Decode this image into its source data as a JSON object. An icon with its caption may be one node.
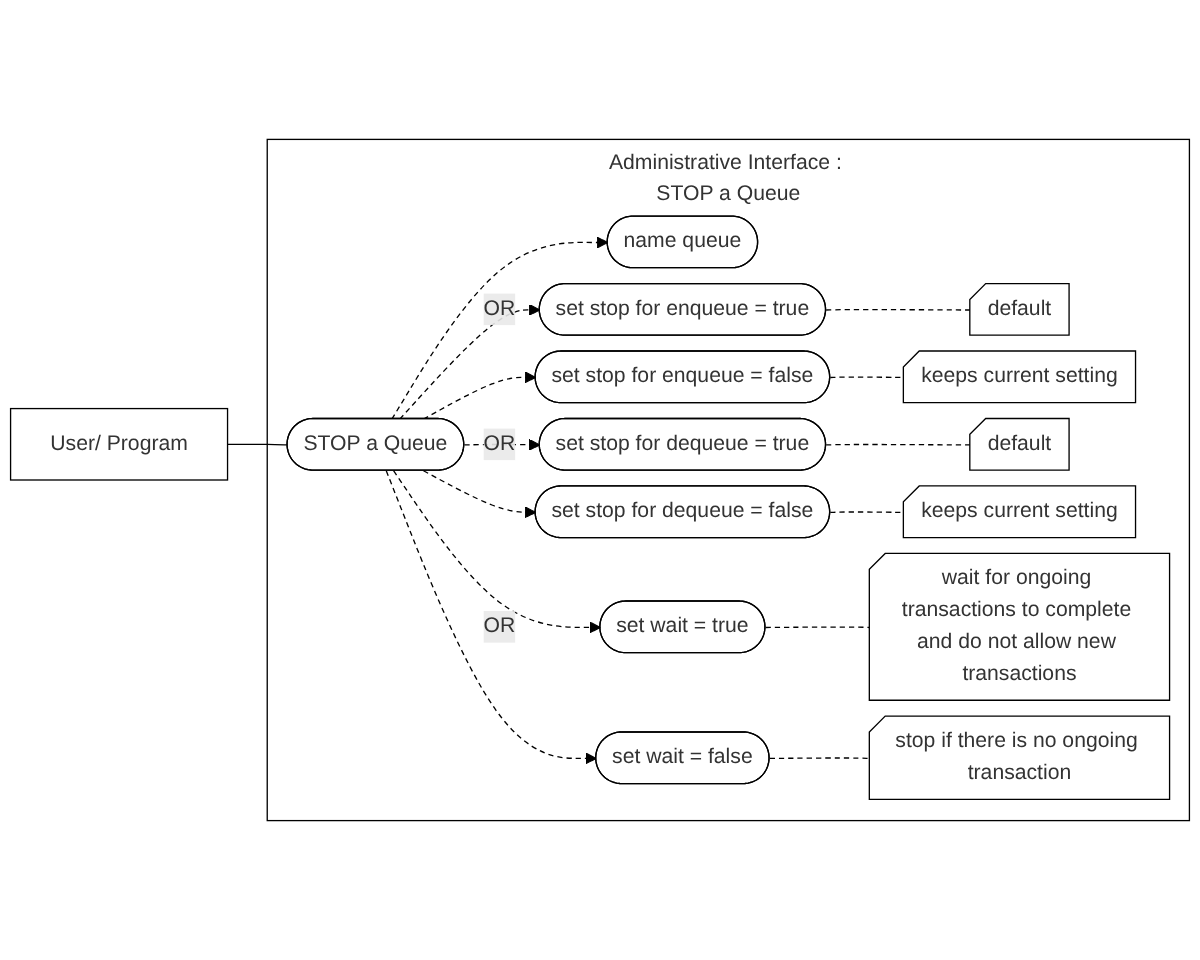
{
  "diagram": {
    "nodes": [
      {
        "text": [
          "User/ Program"
        ]
      },
      {
        "text": [
          "Administrative Interface",
          ": STOP a Queue"
        ]
      },
      {
        "text": [
          "STOP a Queue"
        ],
        "in": 1
      },
      {
        "text": [
          "name queue"
        ],
        "in": 1
      },
      {
        "text": [
          "default"
        ],
        "in": 1
      },
      {
        "text": [
          "set stop for enqueue = true"
        ],
        "in": 1
      },
      {
        "text": [
          "set stop for enqueue = false"
        ],
        "in": 1
      },
      {
        "text": [
          "keeps current setting"
        ],
        "in": 1
      },
      {
        "text": [
          "default"
        ],
        "in": 1
      },
      {
        "text": [
          "set stop for dequeue = true"
        ],
        "in": 1
      },
      {
        "text": [
          "set stop for dequeue = false"
        ],
        "in": 1
      },
      {
        "text": [
          "keeps current setting"
        ],
        "in": 1
      },
      {
        "text": [
          "wait for ongoing transactions to complete and do not allow new transactions"
        ],
        "in": 1
      },
      {
        "text": [
          "set wait = true"
        ],
        "in": 1
      },
      {
        "text": [
          "set wait = false"
        ],
        "in": 1
      },
      {
        "text": [
          "stop if there is no ongoing transaction"
        ],
        "in": 1
      }
    ],
    "edges": [
      {
        "from": 0,
        "to": 2,
        "arrow": "none"
      },
      {
        "from": 2,
        "to": 3,
        "arrow": "to",
        "style": "dashed"
      },
      {
        "from": 2,
        "to": 5,
        "arrow": "to",
        "style": "dashed",
        "label": "OR"
      },
      {
        "from": 2,
        "to": 6,
        "arrow": "to",
        "style": "dashed"
      },
      {
        "from": 4,
        "to": 5,
        "arrow": "none",
        "style": "dashed"
      },
      {
        "from": 6,
        "to": 7,
        "arrow": "none",
        "style": "dashed"
      },
      {
        "from": 2,
        "to": 9,
        "arrow": "to",
        "style": "dashed",
        "label": "OR"
      },
      {
        "from": 2,
        "to": 10,
        "arrow": "to",
        "style": "dashed"
      },
      {
        "from": 8,
        "to": 9,
        "arrow": "none",
        "style": "dashed"
      },
      {
        "from": 10,
        "to": 11,
        "arrow": "none",
        "style": "dashed"
      },
      {
        "from": 2,
        "to": 13,
        "arrow": "to",
        "style": "dashed",
        "label": "OR"
      },
      {
        "from": 2,
        "to": 14,
        "arrow": "to",
        "style": "dashed"
      },
      {
        "from": 12,
        "to": 13,
        "arrow": "none",
        "style": "dashed"
      },
      {
        "from": 14,
        "to": 15,
        "arrow": "none",
        "style": "dashed"
      }
    ]
  }
}
